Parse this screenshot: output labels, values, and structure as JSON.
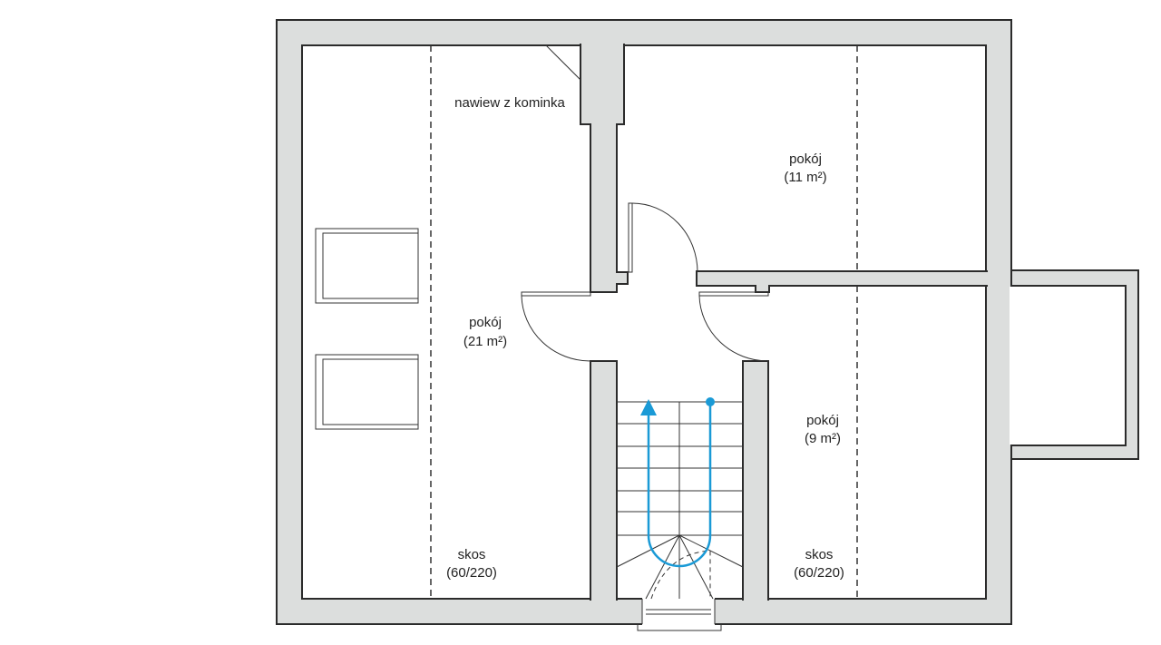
{
  "plan": {
    "chimney_note": "nawiew z kominka",
    "rooms": [
      {
        "name": "pokój",
        "area": "(21 m²)"
      },
      {
        "name": "pokój",
        "area": "(11 m²)"
      },
      {
        "name": "pokój",
        "area": "(9 m²)"
      }
    ],
    "slopes": [
      {
        "label": "skos",
        "value": "(60/220)"
      },
      {
        "label": "skos",
        "value": "(60/220)"
      }
    ]
  },
  "colors": {
    "wall": "#dcdedd",
    "stair_arrow": "#1a9ad6"
  }
}
